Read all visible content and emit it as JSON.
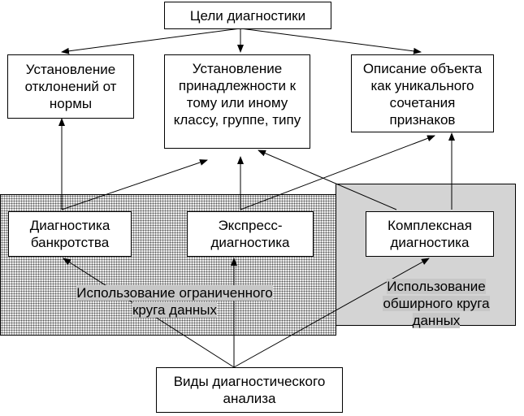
{
  "goals_root": "Цели диагностики",
  "goals": [
    "Установление отклонений от нормы",
    "Установление принадлежности к тому или иному классу, группе, типу",
    "Описание объекта как уникального сочетания признаков"
  ],
  "kinds": [
    "Диагностика банкротства",
    "Экспресс-диагностика",
    "Комплексная диагностика"
  ],
  "kinds_root": "Виды диагностического анализа",
  "data_scope": {
    "limited_line1": "Использование ограниченного",
    "limited_line2": "круга данных",
    "extensive_line1": "Использование",
    "extensive_line2": "обширного круга",
    "extensive_line3": "данных"
  }
}
